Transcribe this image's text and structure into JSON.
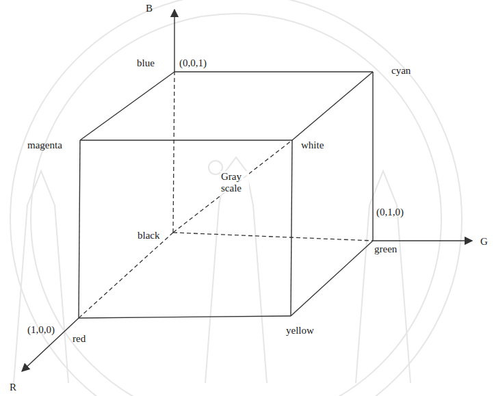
{
  "diagram": {
    "labels": [
      "B",
      "blue",
      "(0,0,1)",
      "cyan",
      "magenta",
      "white",
      "Gray scale",
      "black",
      "(0,1,0)",
      "green",
      "(1,0,0)",
      "red",
      "yellow",
      "R",
      "G"
    ]
  }
}
